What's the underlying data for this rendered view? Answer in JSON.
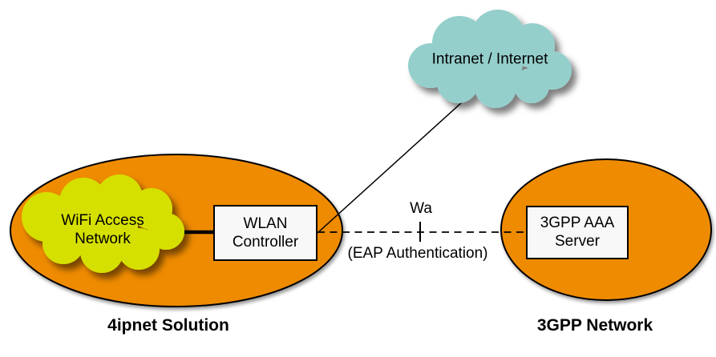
{
  "diagram": {
    "colors": {
      "orange": "#EF8B00",
      "teal": "#95CFCC",
      "yellow_green": "#D6E000",
      "box_fill": "#F8F8F8",
      "outline": "#000000"
    },
    "nodes": {
      "internet_cloud": {
        "label": "Intranet / Internet"
      },
      "wifi_cloud": {
        "lines": [
          "WiFi Access",
          "Network"
        ]
      },
      "wlan_controller": {
        "lines": [
          "WLAN",
          "Controller"
        ]
      },
      "aaa_server": {
        "lines": [
          "3GPP AAA",
          "Server"
        ]
      }
    },
    "interfaces": {
      "wa": {
        "label": "Wa",
        "description": "(EAP Authentication)"
      }
    },
    "captions": {
      "left": "4ipnet Solution",
      "right": "3GPP Network"
    }
  }
}
